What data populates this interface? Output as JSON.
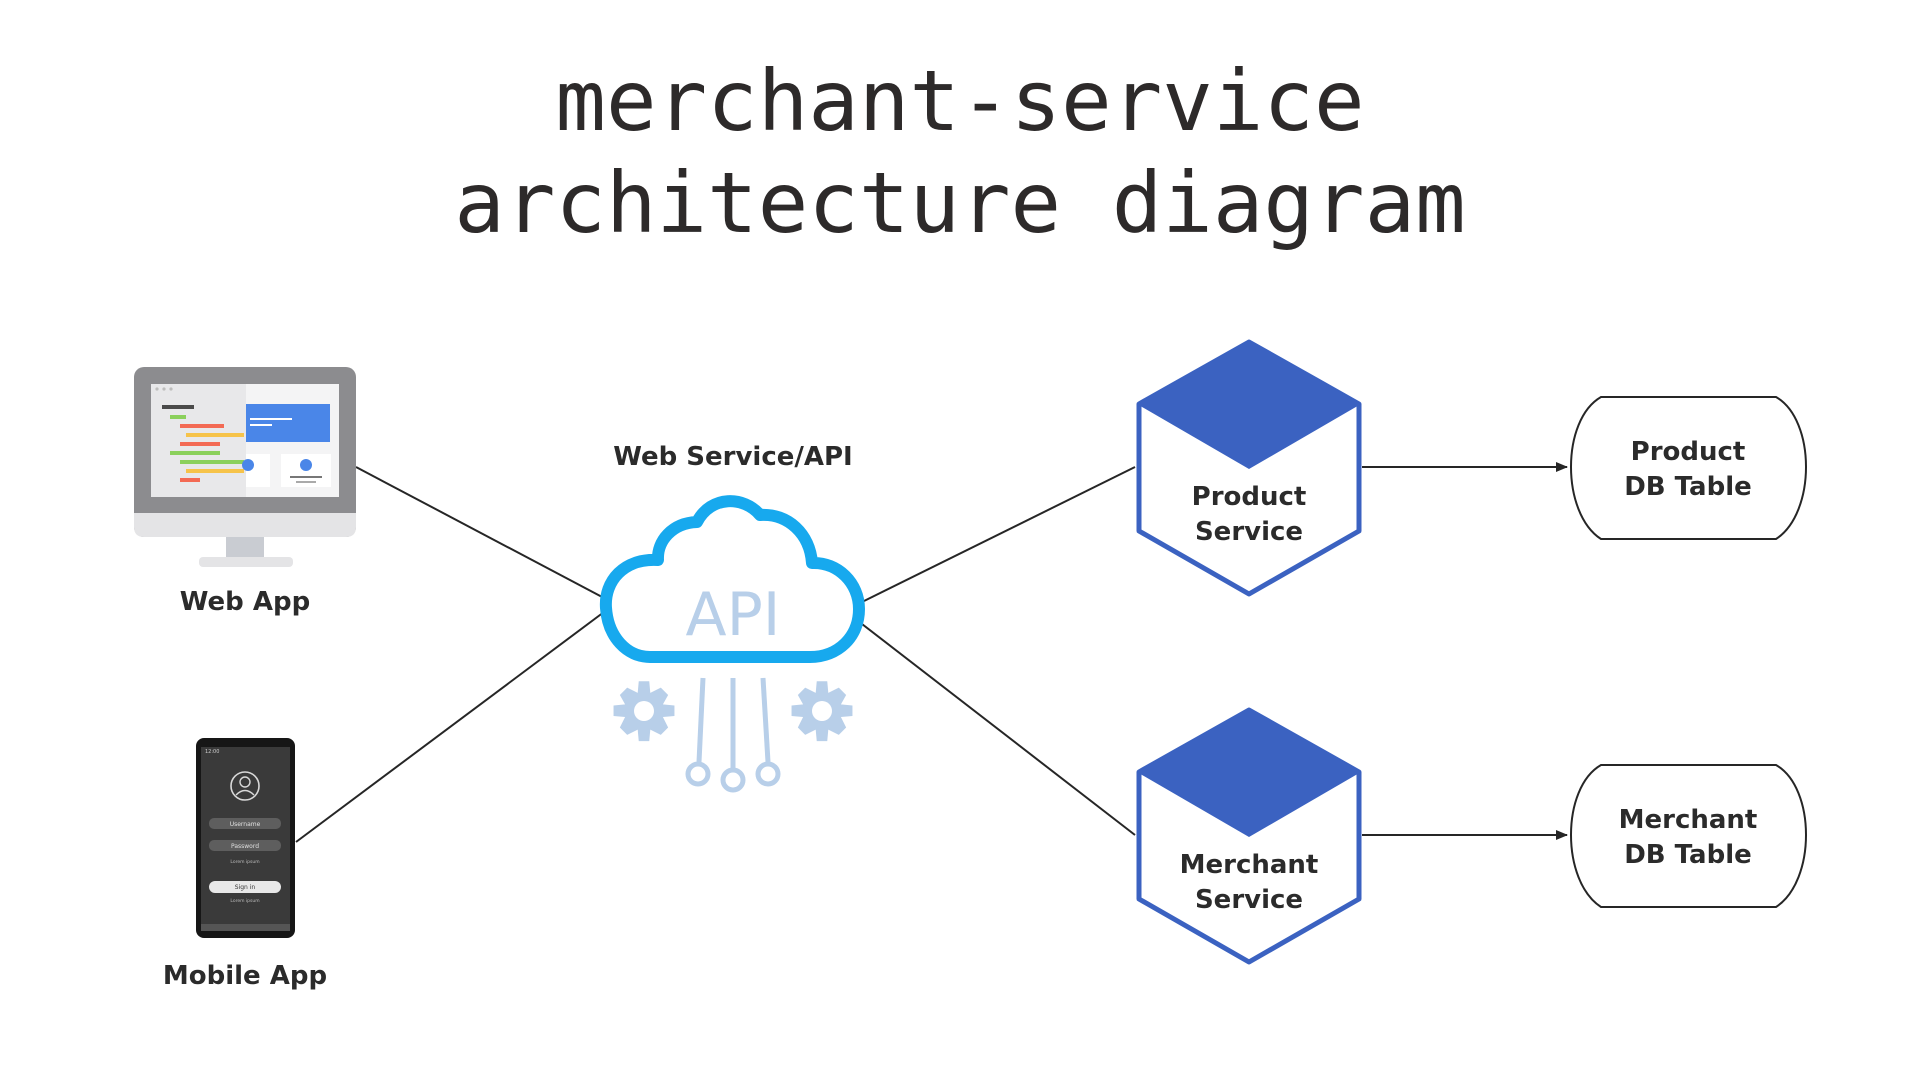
{
  "title": {
    "line1": "merchant-service",
    "line2": "architecture diagram"
  },
  "nodes": {
    "web_app": {
      "label": "Web App",
      "icon": "desktop-monitor-icon"
    },
    "mobile_app": {
      "label": "Mobile App",
      "icon": "smartphone-icon",
      "screen": {
        "time": "12:00",
        "username": "Username",
        "password": "Password",
        "lorem1": "Lorem ipsum",
        "sign_in": "Sign in",
        "lorem2": "Lorem ipsum"
      }
    },
    "api": {
      "label": "Web Service/API",
      "icon_text": "API",
      "icon": "cloud-api-icon"
    },
    "product_service": {
      "line1": "Product",
      "line2": "Service",
      "icon": "hexagon-cube-icon"
    },
    "merchant_service": {
      "line1": "Merchant",
      "line2": "Service",
      "icon": "hexagon-cube-icon"
    },
    "product_db": {
      "line1": "Product",
      "line2": "DB Table"
    },
    "merchant_db": {
      "line1": "Merchant",
      "line2": "DB Table"
    }
  },
  "colors": {
    "hexagon_blue": "#3b62c1",
    "cloud_blue": "#17a9ee",
    "api_light_blue": "#b8cfe9",
    "line": "#262626"
  }
}
